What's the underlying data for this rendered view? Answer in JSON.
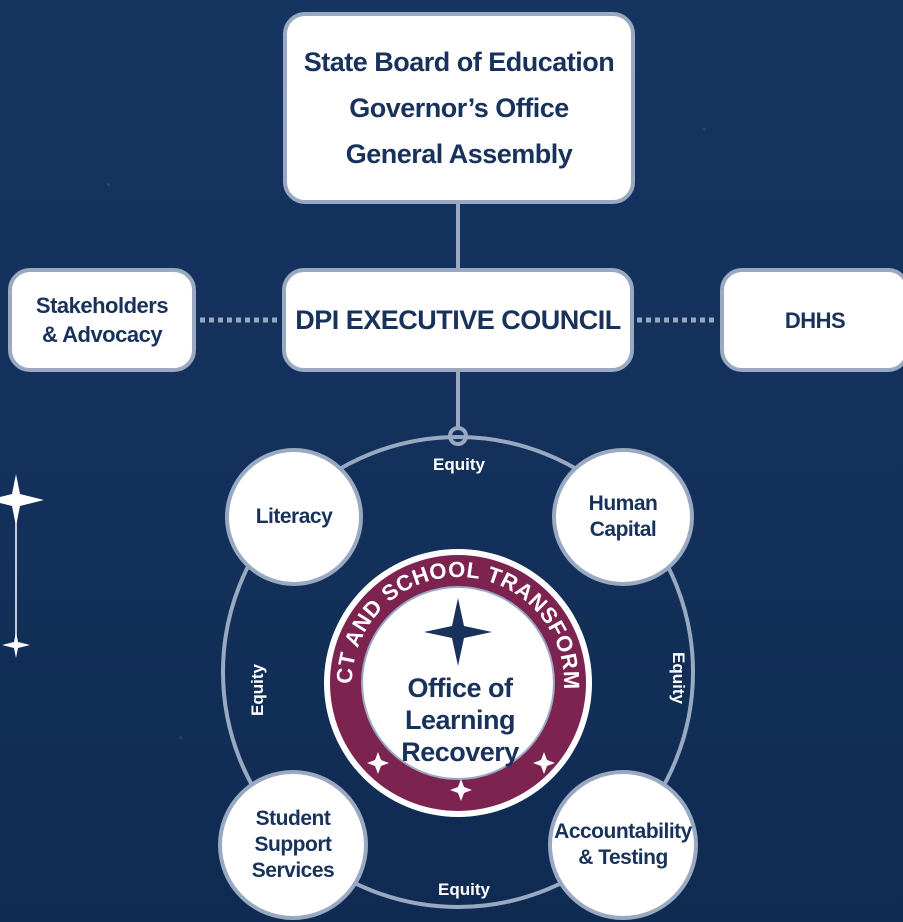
{
  "top_box": {
    "line1": "State Board of Education",
    "line2": "Governor’s Office",
    "line3": "General Assembly"
  },
  "exec_council": {
    "label": "DPI EXECUTIVE COUNCIL"
  },
  "stakeholders": {
    "line1": "Stakeholders",
    "line2": "& Advocacy"
  },
  "dhhs": {
    "label": "DHHS"
  },
  "nodes": {
    "literacy": {
      "line1": "Literacy"
    },
    "human_capital": {
      "line1": "Human",
      "line2": "Capital"
    },
    "student_support": {
      "line1": "Student Support",
      "line2": "Services"
    },
    "accountability": {
      "line1": "Accountability",
      "line2": "& Testing"
    }
  },
  "equity_labels": {
    "top": "Equity",
    "left": "Equity",
    "right": "Equity",
    "bottom": "Equity"
  },
  "center": {
    "ring_text": "DISTRICT AND SCHOOL TRANSFORMATION",
    "line1": "Office of Learning",
    "line2": "Recovery"
  },
  "colors": {
    "background": "#14305a",
    "box_fill": "#ffffff",
    "box_border": "#9aa9c2",
    "text_navy": "#18325c",
    "ring_maroon": "#7d2350",
    "connector": "#9aa9c2"
  }
}
